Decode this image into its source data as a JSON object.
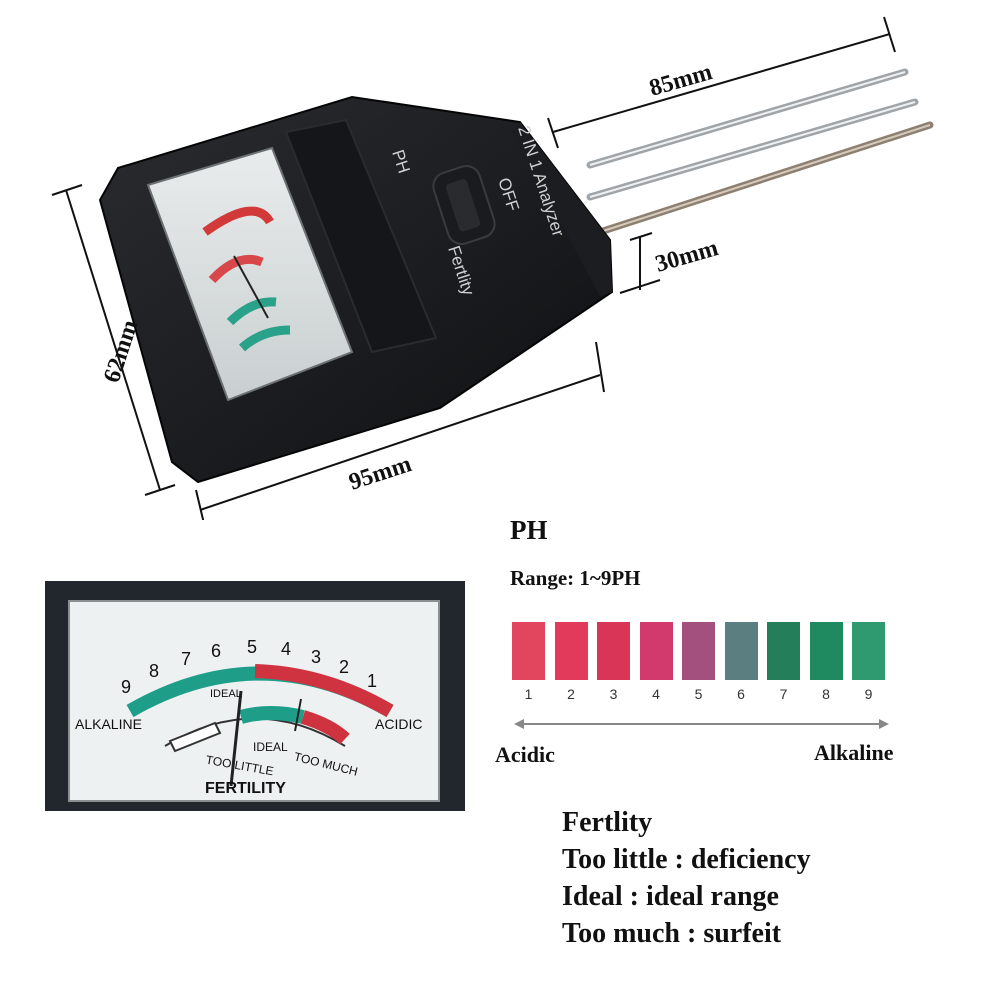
{
  "device": {
    "label_ph": "PH",
    "label_off": "OFF",
    "label_fertility": "Fertlity",
    "label_model": "2 IN 1 Analyzer"
  },
  "dimensions": {
    "probe_length": "85mm",
    "probe_spacing": "30mm",
    "body_height": "62mm",
    "body_width": "95mm"
  },
  "meter": {
    "ph_numbers": [
      "9",
      "8",
      "7",
      "6",
      "5",
      "4",
      "3",
      "2",
      "1"
    ],
    "label_alkaline": "ALKALINE",
    "label_acidic": "ACIDIC",
    "label_ideal": "IDEAL",
    "label_too_little": "TOO LITTLE",
    "label_ideal_lower": "IDEAL",
    "label_too_much": "TOO MUCH",
    "label_fertility": "FERTILITY"
  },
  "ph_info": {
    "title": "PH",
    "range": "Range: 1~9PH",
    "scale": [
      {
        "num": "1",
        "color": "#e2465e"
      },
      {
        "num": "2",
        "color": "#e23a5a"
      },
      {
        "num": "3",
        "color": "#d93556"
      },
      {
        "num": "4",
        "color": "#d2396c"
      },
      {
        "num": "5",
        "color": "#a4507e"
      },
      {
        "num": "6",
        "color": "#5b7e80"
      },
      {
        "num": "7",
        "color": "#247e5a"
      },
      {
        "num": "8",
        "color": "#1f8a5f"
      },
      {
        "num": "9",
        "color": "#2f9a70"
      }
    ],
    "acidic": "Acidic",
    "alkaline": "Alkaline"
  },
  "fertility_info": {
    "title": "Fertlity",
    "line1": "Too little : deficiency",
    "line2": "Ideal : ideal range",
    "line3": "Too much : surfeit"
  }
}
